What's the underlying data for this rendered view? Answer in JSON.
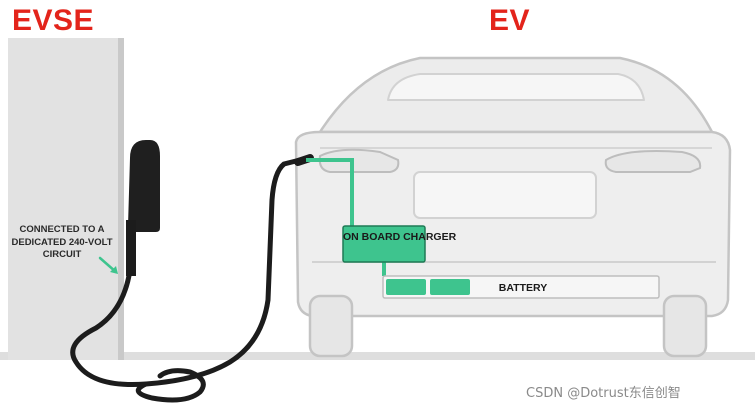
{
  "titles": {
    "evse": "EVSE",
    "ev": "EV"
  },
  "labels": {
    "circuit_note": "CONNECTED TO A DEDICATED 240-VOLT CIRCUIT",
    "on_board_charger": "ON BOARD CHARGER",
    "battery": "BATTERY"
  },
  "credit": "CSDN @Dotrust东信创智",
  "colors": {
    "title_red": "#e3241b",
    "accent_green": "#3ec48e",
    "cable": "#1c1c1c",
    "wall": "#dcdcdc",
    "car_outline": "#c4c4c4"
  },
  "icons": {
    "arrow": "green-arrow-icon"
  }
}
